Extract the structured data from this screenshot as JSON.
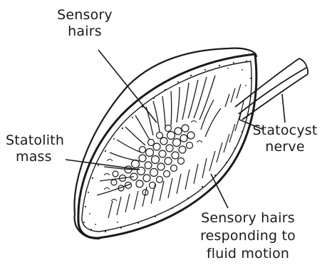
{
  "labels": {
    "sensory_hairs": [
      "Sensory",
      "hairs"
    ],
    "statolith_mass": [
      "Statolith",
      "mass"
    ],
    "statocyst_nerve": [
      "Statocyst",
      "nerve"
    ],
    "fluid_motion_hairs": [
      "Sensory hairs",
      "responding to",
      "fluid motion"
    ]
  },
  "colors": {
    "ink": "#1a1a1a",
    "paper": "#ffffff"
  }
}
